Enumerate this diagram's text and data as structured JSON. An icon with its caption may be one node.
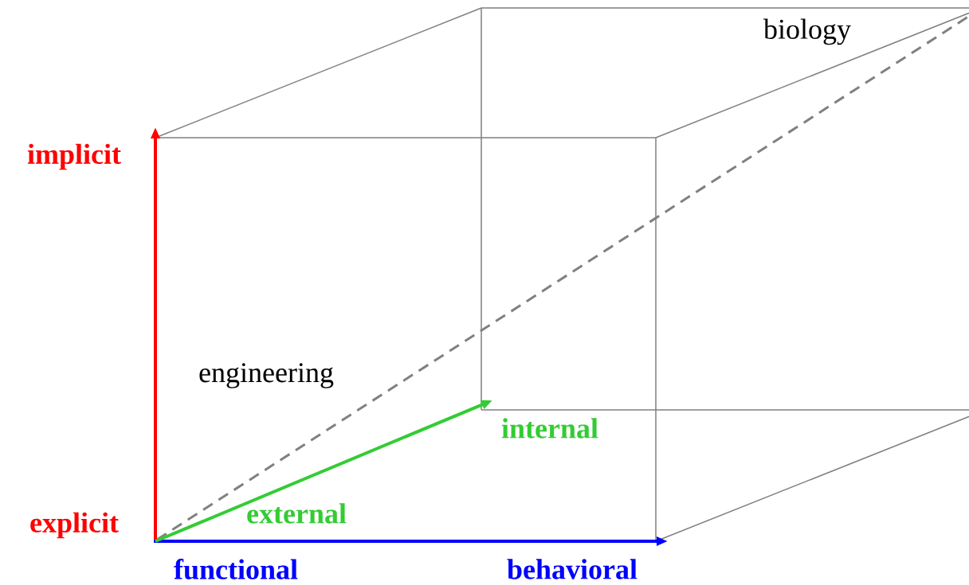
{
  "diagram": {
    "labels": [
      "biology",
      "implicit",
      "engineering",
      "internal",
      "external",
      "explicit",
      "functional",
      "behavioral"
    ]
  }
}
